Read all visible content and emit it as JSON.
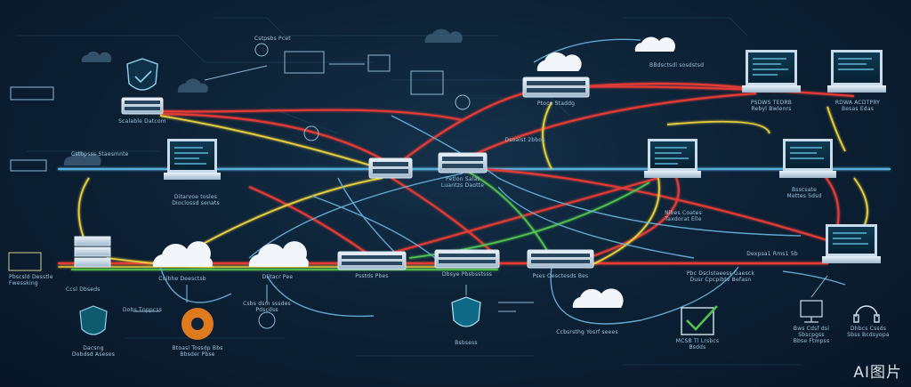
{
  "watermark": "AI图片",
  "labels": {
    "server_left": "Scalable Datcom",
    "laptop_left": "Ditarvoe tosles\nDioclossd senats",
    "top_center_switch": "Ptoce Staddg",
    "center_switch": "Petlon Salat\nLuantzs Daotte",
    "mid_small": "Dsoalst 2bbos",
    "right_laptop_1": "PSDWS TEDRB\nRebyl Bwlenrs",
    "right_laptop_2": "RDWA ACDTPRY\nBesas Edas",
    "right_mid_laptop": "Nlbes Coates\nTaxdorat Elle",
    "far_right_mid": "Bsscsate\nMettes Sdsd",
    "right_lower_label": "Dexpsa1 Rms1 5b",
    "cloud1": "Cuibhe Deesctsb",
    "cloud2": "Dlitacr Pee",
    "sw_a": "Psstds Pbes",
    "sw_b": "Dbsye Pbsbsstsss",
    "sw_c": "Pses Oesctesds Bes",
    "green_right": "Pbc Dsclstaeess Gaesck\nDusr Cpcpibtv Befasn",
    "left_small": "Pbscsld Desstle\nFwessking",
    "left_small_2": "Ccsl Dbseds",
    "shield_left": "Dacsng\nDobdsd Aseses",
    "orange_label": "Btoasl Tossdp Bbs\nBbsder Pbse",
    "chip_label": "Dobs Tnppcss",
    "mid_lower": "Csbs dsm sssdes\nPdscdss",
    "shield_mid": "Bsbsess",
    "bottom_cloud": "Ccbsrsthg Yosrf seees",
    "check_label": "MCSB Tl Lrsbcs\nBsdds",
    "right_icons_a": "Bws Cdsf dsi\nSbscpgss\nBbse Ftmpss",
    "right_icons_b": "Dhbcs Cssds\nSbss Bcdsyopa",
    "top_right_label": "BBdsctsdi sosdstsd",
    "top_left_label": "Cstpsbs Pcet",
    "left_middle_label": "Cstbpsss Staesmnte"
  }
}
